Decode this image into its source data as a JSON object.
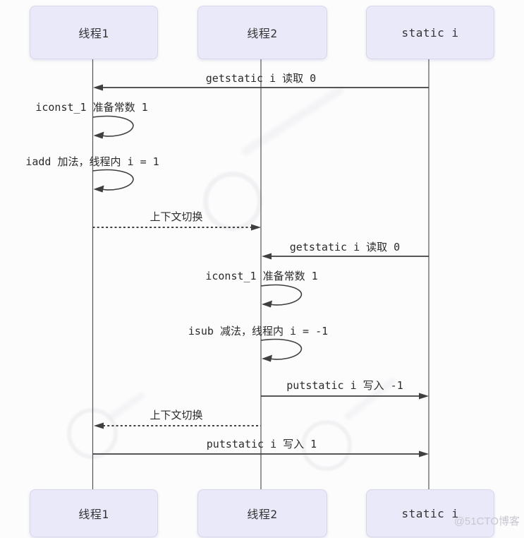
{
  "diagram": {
    "type": "sequence",
    "actors": [
      {
        "id": "thread1",
        "label": "线程1"
      },
      {
        "id": "thread2",
        "label": "线程2"
      },
      {
        "id": "static-i",
        "label": "static i"
      }
    ],
    "messages": [
      {
        "n": 1,
        "label": "getstatic i 读取 0",
        "from": "static-i",
        "to": "thread1",
        "style": "solid"
      },
      {
        "n": 2,
        "label": "iconst_1 准备常数 1",
        "from": "thread1",
        "to": "thread1",
        "style": "self"
      },
      {
        "n": 3,
        "label": "iadd 加法，线程内 i = 1",
        "from": "thread1",
        "to": "thread1",
        "style": "self"
      },
      {
        "n": 4,
        "label": "上下文切换",
        "from": "thread1",
        "to": "thread2",
        "style": "dashed"
      },
      {
        "n": 5,
        "label": "getstatic i 读取 0",
        "from": "static-i",
        "to": "thread2",
        "style": "solid"
      },
      {
        "n": 6,
        "label": "iconst_1 准备常数 1",
        "from": "thread2",
        "to": "thread2",
        "style": "self"
      },
      {
        "n": 7,
        "label": "isub 减法，线程内 i = -1",
        "from": "thread2",
        "to": "thread2",
        "style": "self"
      },
      {
        "n": 8,
        "label": "putstatic i 写入 -1",
        "from": "thread2",
        "to": "static-i",
        "style": "solid"
      },
      {
        "n": 9,
        "label": "上下文切换",
        "from": "thread2",
        "to": "thread1",
        "style": "dashed"
      },
      {
        "n": 10,
        "label": "putstatic i 写入 1",
        "from": "thread1",
        "to": "static-i",
        "style": "solid"
      }
    ],
    "colors": {
      "actor_fill": "#e9e9fa",
      "actor_border": "#d7d7ec",
      "line": "#3f3f3f",
      "text": "#2b2b2b",
      "watermark_text": "#c7c7cf"
    },
    "watermark": {
      "credit": "@51CTO博客"
    }
  }
}
